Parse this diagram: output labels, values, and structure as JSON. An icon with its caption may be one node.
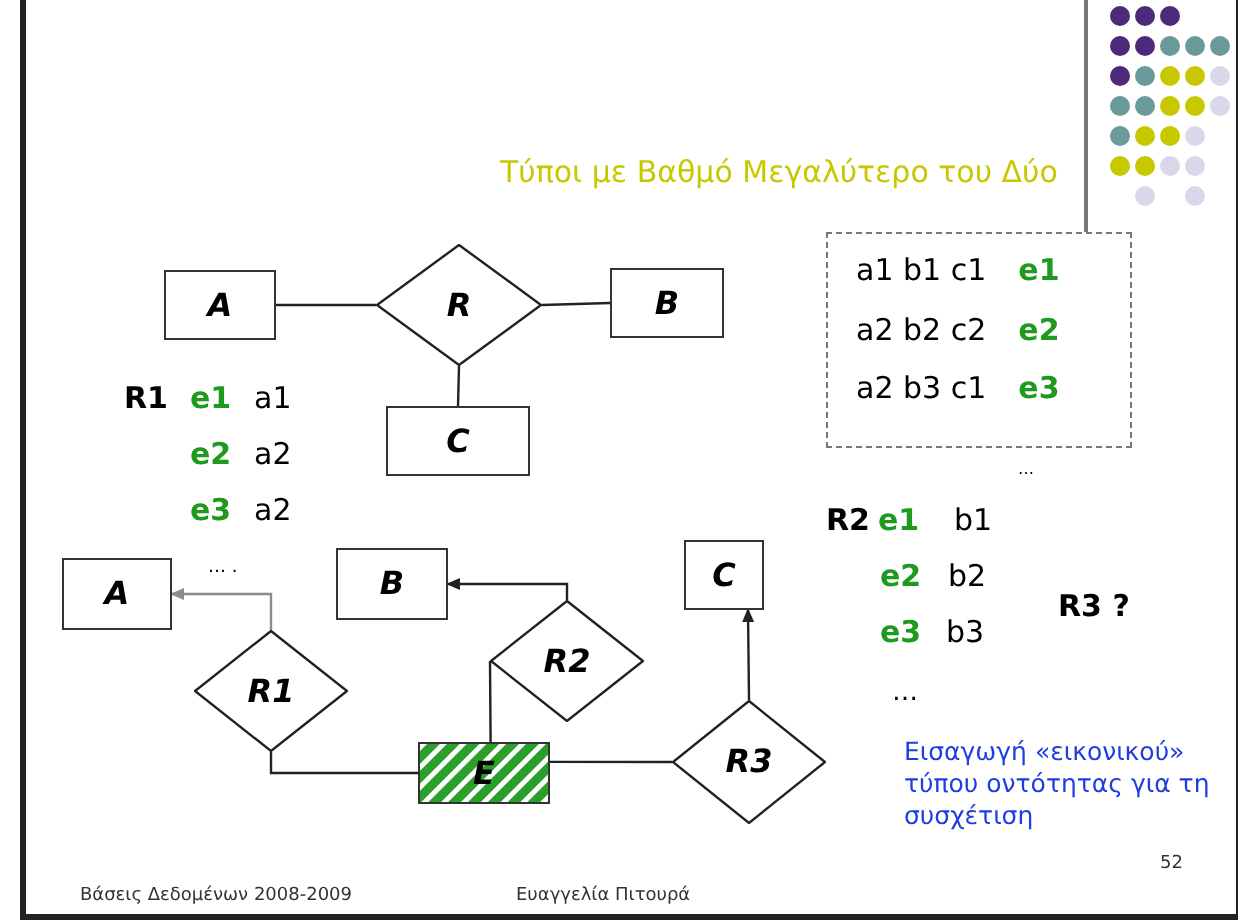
{
  "diagram": {
    "title": "Τύποι με Βαθμό Μεγαλύτερο του Δύο",
    "nodes": [
      {
        "text": [
          "A"
        ]
      },
      {
        "text": [
          "R"
        ]
      },
      {
        "text": [
          "B"
        ]
      },
      {
        "text": [
          "C"
        ]
      },
      {
        "text": [
          "a1 b1 c1",
          "e1",
          "a2 b2 c2",
          "e2",
          "a2 b3 c1",
          "e3"
        ]
      },
      {
        "text": [
          "A"
        ]
      },
      {
        "text": [
          "B"
        ]
      },
      {
        "text": [
          "C"
        ]
      },
      {
        "text": [
          "R1"
        ]
      },
      {
        "text": [
          "R2"
        ]
      },
      {
        "text": [
          "E"
        ]
      },
      {
        "text": [
          "R3"
        ]
      }
    ],
    "edges": [
      {
        "from": 0,
        "to": 1,
        "arrow": "none"
      },
      {
        "from": 1,
        "to": 2,
        "arrow": "none"
      },
      {
        "from": 1,
        "to": 3,
        "arrow": "none"
      },
      {
        "from": 8,
        "to": 5,
        "arrow": "to",
        "color": "#8c8c8c"
      },
      {
        "from": 9,
        "to": 6,
        "arrow": "to"
      },
      {
        "from": 11,
        "to": 7,
        "arrow": "to"
      },
      {
        "from": 10,
        "to": 8,
        "arrow": "none"
      },
      {
        "from": 10,
        "to": 9,
        "arrow": "none"
      },
      {
        "from": 10,
        "to": 11,
        "arrow": "none"
      }
    ],
    "labels": [
      "R1",
      "e1",
      "a1",
      "e2",
      "a2",
      "e3",
      "a2",
      "… .",
      "…",
      "R2",
      "e1",
      "b1",
      "e2",
      "b2",
      "e3",
      "b3",
      "R3 ?",
      "…",
      "Εισαγωγή «εικονικού» τύπου οντότητας για τη συσχέτιση",
      "Βάσεις Δεδομένων 2008-2009",
      "Ευαγγελία Πιτουρά",
      "52"
    ]
  }
}
